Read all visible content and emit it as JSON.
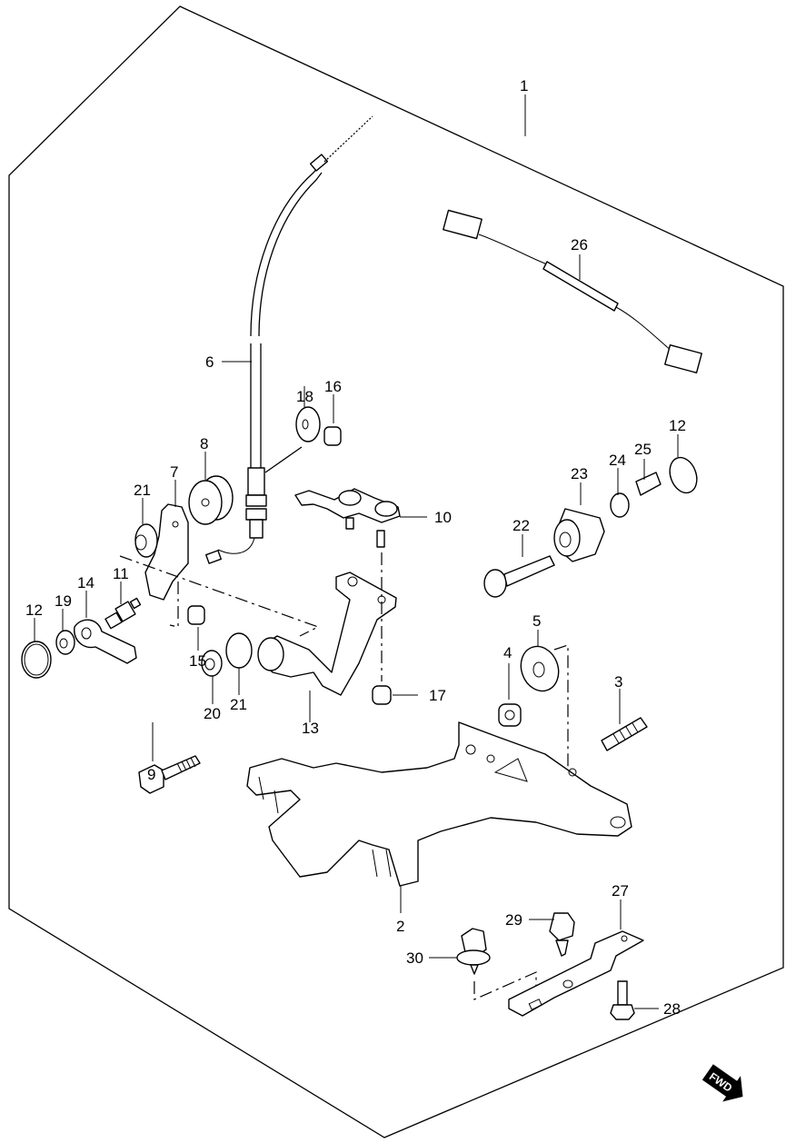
{
  "diagram": {
    "type": "exploded-parts-diagram",
    "assembly_label": "1",
    "direction_indicator": "FWD",
    "callouts": [
      {
        "id": "c1",
        "number": "1"
      },
      {
        "id": "c2",
        "number": "2"
      },
      {
        "id": "c3",
        "number": "3"
      },
      {
        "id": "c4",
        "number": "4"
      },
      {
        "id": "c5",
        "number": "5"
      },
      {
        "id": "c6",
        "number": "6"
      },
      {
        "id": "c7",
        "number": "7"
      },
      {
        "id": "c8",
        "number": "8"
      },
      {
        "id": "c9",
        "number": "9"
      },
      {
        "id": "c10",
        "number": "10"
      },
      {
        "id": "c11",
        "number": "11"
      },
      {
        "id": "c12a",
        "number": "12"
      },
      {
        "id": "c12b",
        "number": "12"
      },
      {
        "id": "c13",
        "number": "13"
      },
      {
        "id": "c14",
        "number": "14"
      },
      {
        "id": "c15",
        "number": "15"
      },
      {
        "id": "c16",
        "number": "16"
      },
      {
        "id": "c17",
        "number": "17"
      },
      {
        "id": "c18",
        "number": "18"
      },
      {
        "id": "c19",
        "number": "19"
      },
      {
        "id": "c20",
        "number": "20"
      },
      {
        "id": "c21a",
        "number": "21"
      },
      {
        "id": "c21b",
        "number": "21"
      },
      {
        "id": "c22",
        "number": "22"
      },
      {
        "id": "c23",
        "number": "23"
      },
      {
        "id": "c24",
        "number": "24"
      },
      {
        "id": "c25",
        "number": "25"
      },
      {
        "id": "c26",
        "number": "26"
      },
      {
        "id": "c27",
        "number": "27"
      },
      {
        "id": "c28",
        "number": "28"
      },
      {
        "id": "c29",
        "number": "29"
      },
      {
        "id": "c30",
        "number": "30"
      }
    ]
  }
}
